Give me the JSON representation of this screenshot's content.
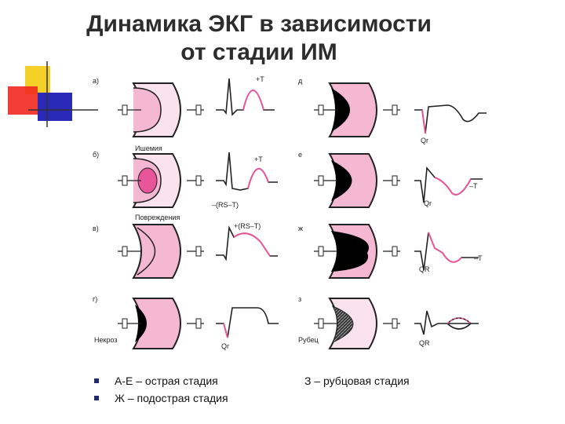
{
  "slide": {
    "title_line1": "Динамика ЭКГ в зависимости",
    "title_line2": "от стадии ИМ"
  },
  "figure": {
    "panel_labels": [
      "а)",
      "б)",
      "в)",
      "г)",
      "д",
      "е",
      "ж",
      "з"
    ],
    "annotations": {
      "ischemia": "Ишемия",
      "injury": "Повреждения",
      "necrosis": "Некроз",
      "scar": "Рубец",
      "plus_t_a": "+T",
      "plus_t_b": "+T",
      "rs_t_b": "–(RS–T)",
      "rs_t_c": "+(RS–T)",
      "qr_g": "Qr",
      "qr_d": "Qr",
      "qr_e": "Qr",
      "minus_t_e": "–T",
      "qr_zh": "QR",
      "minus_t_zh": "–T",
      "qr_z": "QR"
    },
    "colors": {
      "tissue": "#f4b8d2",
      "ecg": "#e8559a",
      "necrosis": "#000000"
    }
  },
  "notes": {
    "bullet1": "А-Е – острая стадия",
    "bullet2": "Ж – подострая стадия",
    "right": "З – рубцовая стадия"
  }
}
